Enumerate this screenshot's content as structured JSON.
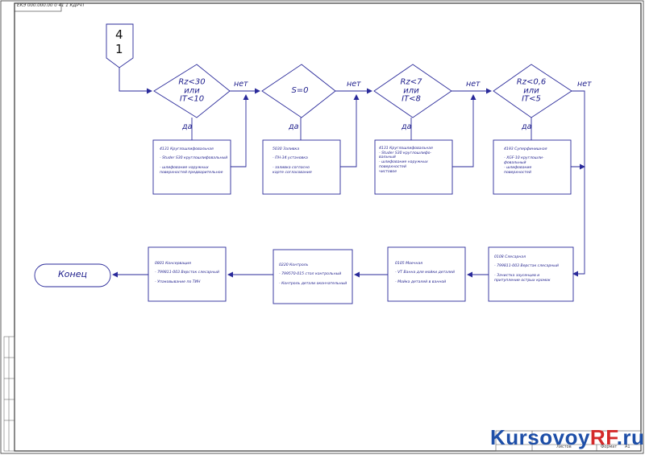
{
  "drawing_code": "ЕКЭ 000.000.00 0 41 1 КДРЧТ",
  "connector": {
    "top": "4",
    "bottom": "1"
  },
  "decisions": [
    {
      "lines": [
        "Rz<30",
        "или",
        "IT<10"
      ]
    },
    {
      "lines": [
        "S=0"
      ]
    },
    {
      "lines": [
        "Rz<7",
        "или",
        "IT<8"
      ]
    },
    {
      "lines": [
        "Rz<0,6",
        "или",
        "IT<5"
      ]
    }
  ],
  "labels": {
    "yes": "да",
    "no": "нет"
  },
  "top_ops": [
    {
      "lines": [
        "4131 Круглошлифовальная",
        "",
        "- Studer S30 круглошлифовальный",
        "",
        "- шлифование наружных",
        "  поверхностей предварительное"
      ]
    },
    {
      "lines": [
        "5030 Заливка",
        "",
        "- ПН-34 установка",
        "",
        "- заливка согласно",
        "  карте согласования"
      ]
    },
    {
      "lines": [
        "4131 Круглошлифовальная",
        "- Studer S30 круглошлифо-",
        "  вальный",
        "- шлифование наружных",
        "  поверхностей",
        "  чистовое"
      ]
    },
    {
      "lines": [
        "4193 Суперфинишная",
        "",
        "- XGF-10 круглошли-",
        "  фовальный",
        "- шлифование",
        "  поверхностей"
      ]
    }
  ],
  "bottom_ops": [
    {
      "lines": [
        "0108 Слесарная",
        "",
        "- 799811-003 Верстак слесарный",
        "",
        "- Зачистка заусенцев и",
        "  притупление острых кромок"
      ]
    },
    {
      "lines": [
        "0105 Моечная",
        "",
        "- VT Ванна для мойки деталей",
        "",
        "- Мойка деталей в ванной"
      ]
    },
    {
      "lines": [
        "0220 Контроль",
        "",
        "- 799570-015 стол контрольный",
        "",
        "- Контроль детали окончательный"
      ]
    },
    {
      "lines": [
        "0801 Консервация",
        "",
        "- 799811-003 Версток слесарный",
        "",
        "- Упаковывание по ТИН"
      ]
    }
  ],
  "end_label": "Конец",
  "watermark": {
    "main": "Kursovoy",
    "accent": "RF",
    "tail": ".ru"
  },
  "title_block": {
    "sheet": "Листов",
    "format": "Формат",
    "format_value": "А1"
  }
}
